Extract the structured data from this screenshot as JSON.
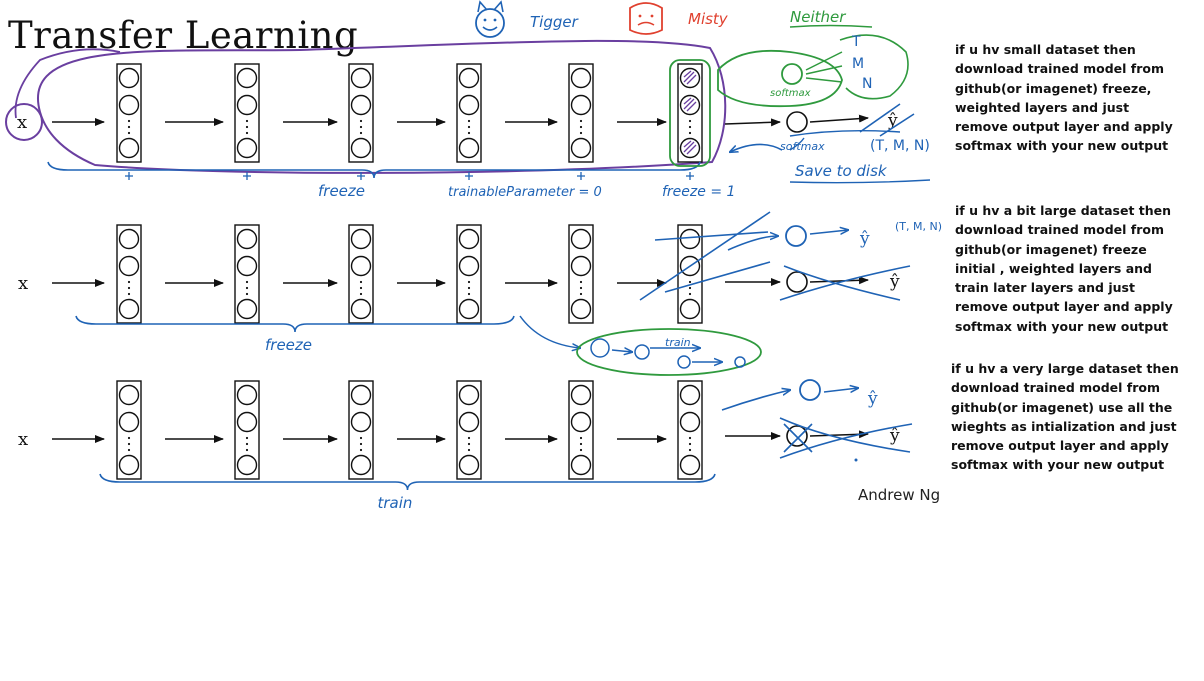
{
  "title": "Transfer Learning",
  "author": "Andrew Ng",
  "input_label": "x",
  "output_label": "ŷ",
  "classes": [
    "Tigger",
    "Misty",
    "Neither"
  ],
  "class_letters": [
    "T",
    "M",
    "N"
  ],
  "class_tuple": "(T, M, N)",
  "row1": {
    "brace_label": "freeze",
    "param_label": "trainableParameter = 0",
    "freeze_label": "freeze = 1",
    "softmax_label": "softmax",
    "softmax_label_2": "softmax",
    "save_label": "Save to disk"
  },
  "row2": {
    "brace_label": "freeze",
    "train_label": "train"
  },
  "row3": {
    "brace_label": "train"
  },
  "notes": [
    "if u hv small dataset then\ndownload trained model from\ngithub(or imagenet) freeze,\nweighted layers and just\nremove output layer and apply\nsoftmax with your new output",
    "if u hv a bit large dataset then\ndownload trained model from\ngithub(or imagenet) freeze\ninitial , weighted layers and\ntrain later layers and just\nremove output layer and apply\nsoftmax with your new output",
    "if u hv a very large dataset then\ndownload trained model from\ngithub(or imagenet) use all the\nwieghts as intialization and just\nremove output layer and apply\nsoftmax with your new output"
  ],
  "colors": {
    "ink": "#111111",
    "blue": "#1f63b5",
    "purple": "#6a3fa0",
    "green": "#2f9a3e",
    "red": "#e0412f"
  }
}
